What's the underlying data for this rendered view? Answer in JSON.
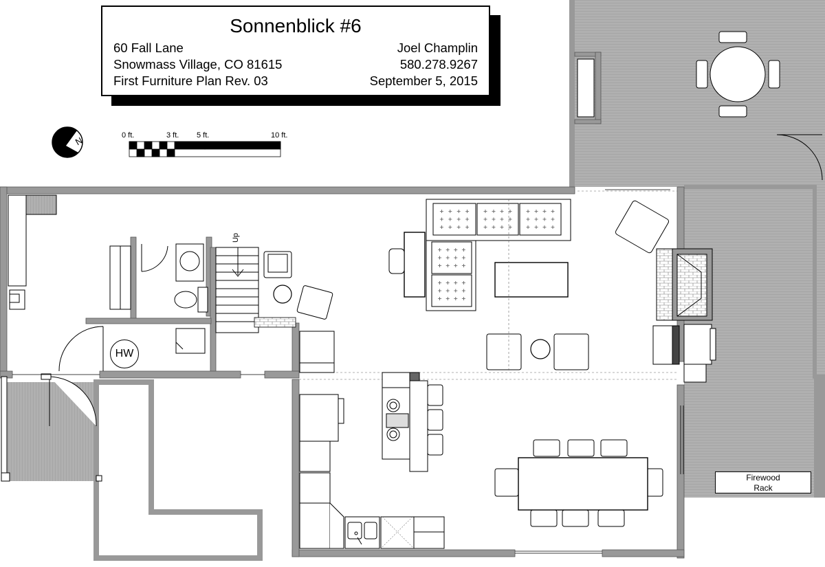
{
  "title_block": {
    "title": "Sonnenblick #6",
    "address_line1": "60 Fall Lane",
    "address_line2": "Snowmass Village, CO 81615",
    "plan_name": "First Furniture Plan Rev. 03",
    "owner": "Joel Champlin",
    "phone": "580.278.9267",
    "date": "September 5, 2015"
  },
  "north_arrow": {
    "letter": "N",
    "icon": "north-arrow-icon"
  },
  "scale_bar": {
    "labels": [
      "0 ft.",
      "3 ft.",
      "5 ft.",
      "10 ft."
    ]
  },
  "labels": {
    "water_heater": "HW",
    "stairs": "Up",
    "firewood_line1": "Firewood",
    "firewood_line2": "Rack"
  },
  "colors": {
    "wall": "#999999",
    "deck": "#a9a9a9",
    "ink": "#000000"
  }
}
